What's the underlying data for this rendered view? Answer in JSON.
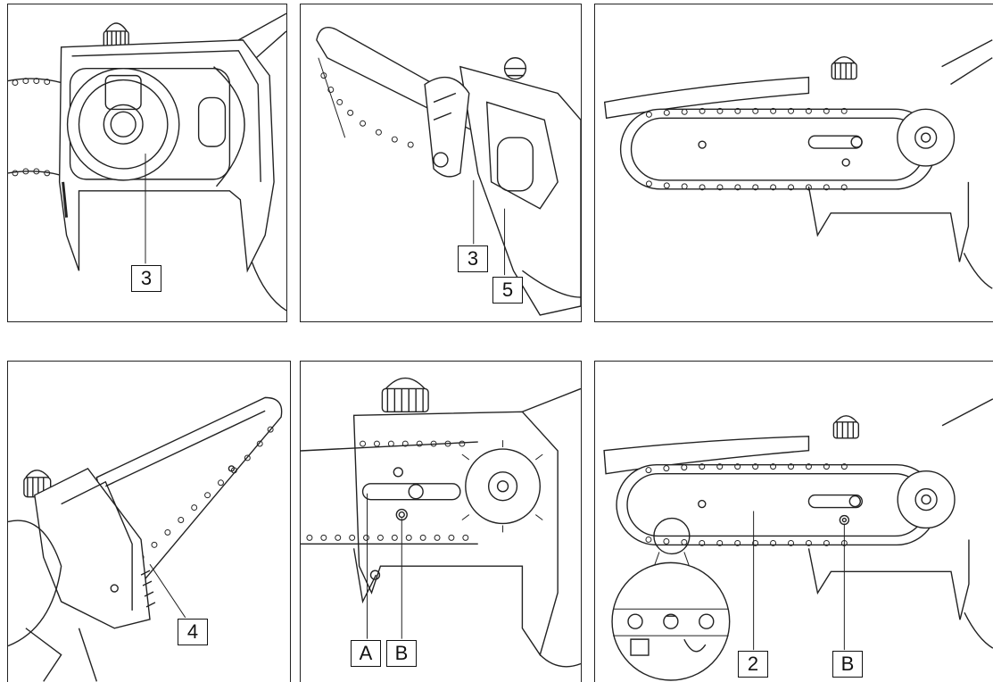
{
  "figures": [
    {
      "id": "p1",
      "callouts": [
        "3"
      ]
    },
    {
      "id": "p2",
      "callouts": [
        "3",
        "5"
      ]
    },
    {
      "id": "p3",
      "callouts": []
    },
    {
      "id": "p4",
      "callouts": [
        "4"
      ]
    },
    {
      "id": "p5",
      "callouts": [
        "A",
        "B"
      ]
    },
    {
      "id": "p6",
      "callouts": [
        "2",
        "B"
      ]
    }
  ],
  "colors": {
    "line": "#222222",
    "background": "#ffffff"
  }
}
